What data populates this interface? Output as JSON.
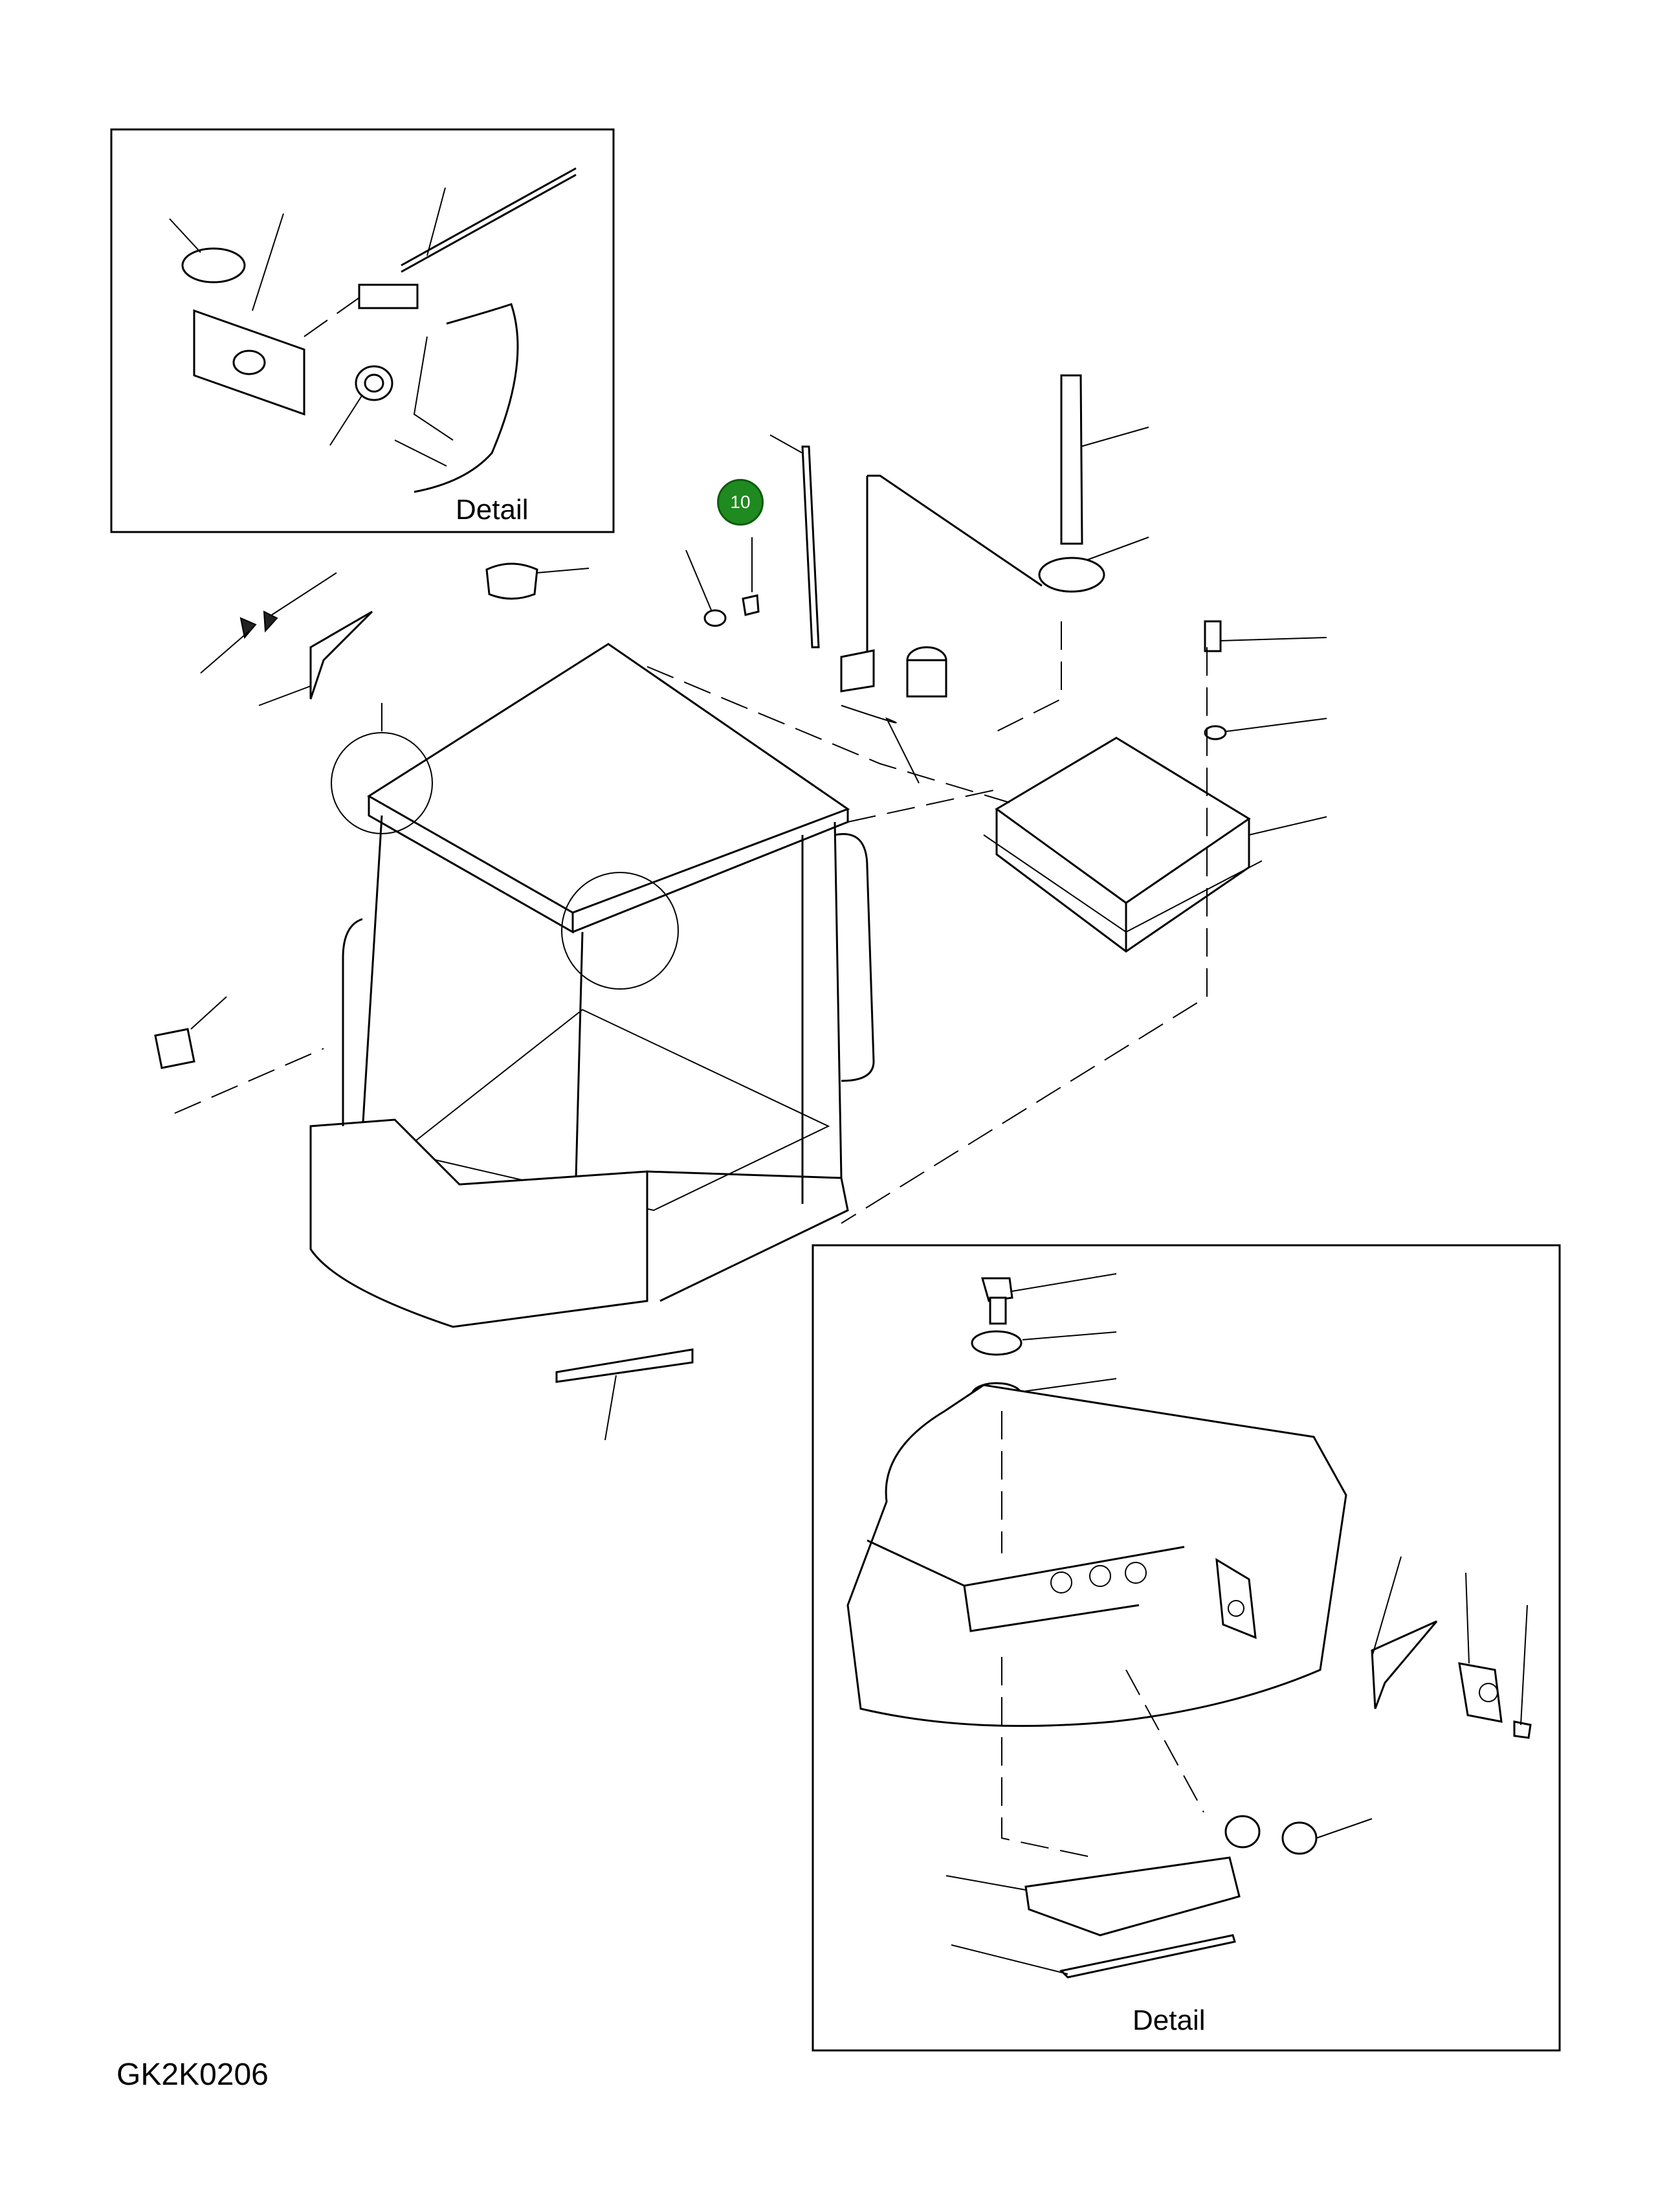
{
  "diagram": {
    "drawing_code": "GK2K0206",
    "callout": {
      "number": "10",
      "color": "#1f8a1f"
    },
    "detail_top_label": "Detail",
    "detail_bottom_label": "Detail"
  }
}
